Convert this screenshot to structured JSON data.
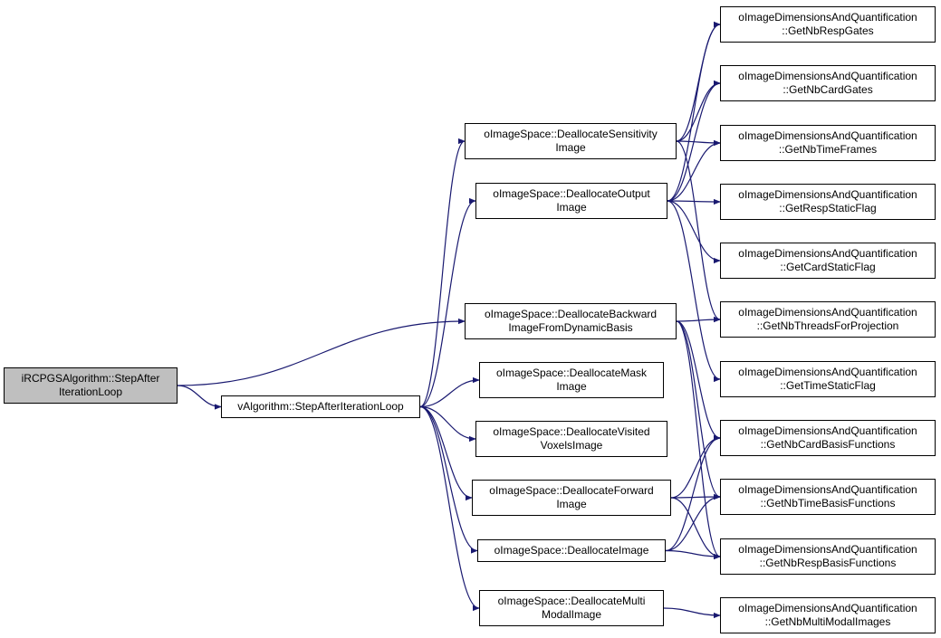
{
  "colors": {
    "edge": "#191970",
    "root_fill": "#bfbfbf",
    "node_fill": "#ffffff",
    "border": "#000000"
  },
  "nodes": [
    {
      "id": "root",
      "lines": [
        "iRCPGSAlgorithm::StepAfter",
        "IterationLoop"
      ],
      "root": true
    },
    {
      "id": "valgo",
      "lines": [
        "vAlgorithm::StepAfterIterationLoop"
      ]
    },
    {
      "id": "sens",
      "lines": [
        "oImageSpace::DeallocateSensitivity",
        "Image"
      ]
    },
    {
      "id": "outp",
      "lines": [
        "oImageSpace::DeallocateOutput",
        "Image"
      ]
    },
    {
      "id": "back",
      "lines": [
        "oImageSpace::DeallocateBackward",
        "ImageFromDynamicBasis"
      ]
    },
    {
      "id": "mask",
      "lines": [
        "oImageSpace::DeallocateMask",
        "Image"
      ]
    },
    {
      "id": "visit",
      "lines": [
        "oImageSpace::DeallocateVisited",
        "VoxelsImage"
      ]
    },
    {
      "id": "fwd",
      "lines": [
        "oImageSpace::DeallocateForward",
        "Image"
      ]
    },
    {
      "id": "img",
      "lines": [
        "oImageSpace::DeallocateImage"
      ]
    },
    {
      "id": "multi",
      "lines": [
        "oImageSpace::DeallocateMulti",
        "ModalImage"
      ]
    },
    {
      "id": "r1",
      "lines": [
        "oImageDimensionsAndQuantification",
        "::GetNbRespGates"
      ]
    },
    {
      "id": "r2",
      "lines": [
        "oImageDimensionsAndQuantification",
        "::GetNbCardGates"
      ]
    },
    {
      "id": "r3",
      "lines": [
        "oImageDimensionsAndQuantification",
        "::GetNbTimeFrames"
      ]
    },
    {
      "id": "r4",
      "lines": [
        "oImageDimensionsAndQuantification",
        "::GetRespStaticFlag"
      ]
    },
    {
      "id": "r5",
      "lines": [
        "oImageDimensionsAndQuantification",
        "::GetCardStaticFlag"
      ]
    },
    {
      "id": "r6",
      "lines": [
        "oImageDimensionsAndQuantification",
        "::GetNbThreadsForProjection"
      ]
    },
    {
      "id": "r7",
      "lines": [
        "oImageDimensionsAndQuantification",
        "::GetTimeStaticFlag"
      ]
    },
    {
      "id": "r8",
      "lines": [
        "oImageDimensionsAndQuantification",
        "::GetNbCardBasisFunctions"
      ]
    },
    {
      "id": "r9",
      "lines": [
        "oImageDimensionsAndQuantification",
        "::GetNbTimeBasisFunctions"
      ]
    },
    {
      "id": "r10",
      "lines": [
        "oImageDimensionsAndQuantification",
        "::GetNbRespBasisFunctions"
      ]
    },
    {
      "id": "r11",
      "lines": [
        "oImageDimensionsAndQuantification",
        "::GetNbMultiModalImages"
      ]
    }
  ],
  "edges": [
    [
      "root",
      "valgo"
    ],
    [
      "root",
      "back"
    ],
    [
      "valgo",
      "sens"
    ],
    [
      "valgo",
      "outp"
    ],
    [
      "valgo",
      "mask"
    ],
    [
      "valgo",
      "visit"
    ],
    [
      "valgo",
      "fwd"
    ],
    [
      "valgo",
      "img"
    ],
    [
      "valgo",
      "multi"
    ],
    [
      "sens",
      "r1"
    ],
    [
      "sens",
      "r2"
    ],
    [
      "sens",
      "r3"
    ],
    [
      "sens",
      "r6"
    ],
    [
      "outp",
      "r1"
    ],
    [
      "outp",
      "r2"
    ],
    [
      "outp",
      "r3"
    ],
    [
      "outp",
      "r4"
    ],
    [
      "outp",
      "r5"
    ],
    [
      "outp",
      "r7"
    ],
    [
      "back",
      "r6"
    ],
    [
      "back",
      "r8"
    ],
    [
      "back",
      "r9"
    ],
    [
      "back",
      "r10"
    ],
    [
      "fwd",
      "r8"
    ],
    [
      "fwd",
      "r9"
    ],
    [
      "fwd",
      "r10"
    ],
    [
      "img",
      "r8"
    ],
    [
      "img",
      "r9"
    ],
    [
      "img",
      "r10"
    ],
    [
      "multi",
      "r11"
    ]
  ]
}
